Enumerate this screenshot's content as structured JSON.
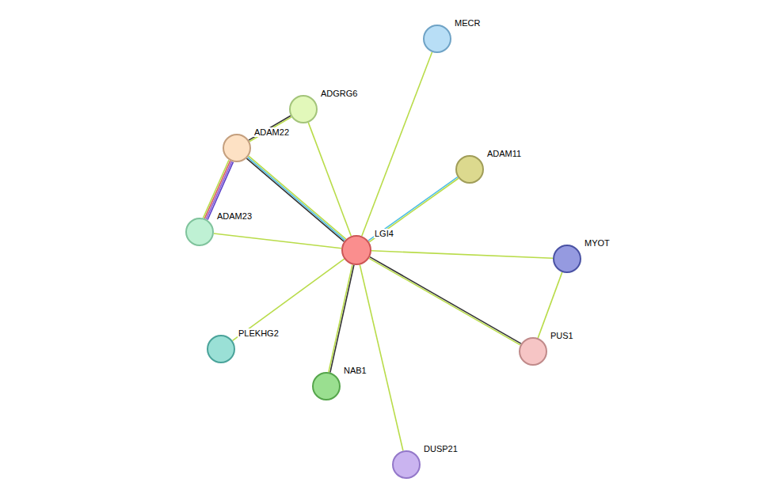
{
  "diagram": {
    "nodes": [
      {
        "text": [
          "MECR"
        ]
      },
      {
        "text": [
          "ADGRG6"
        ]
      },
      {
        "text": [
          "ADAM22"
        ]
      },
      {
        "text": [
          "ADAM11"
        ]
      },
      {
        "text": [
          "LGI4"
        ]
      },
      {
        "text": [
          "ADAM23"
        ]
      },
      {
        "text": [
          "MYOT"
        ]
      },
      {
        "text": [
          "PLEKHG2"
        ]
      },
      {
        "text": [
          "PUS1"
        ]
      },
      {
        "text": [
          "NAB1"
        ]
      },
      {
        "text": [
          "DUSP21"
        ]
      }
    ],
    "edges": [
      {
        "from": 4,
        "to": 0,
        "arrow": "none"
      },
      {
        "from": 2,
        "to": 1,
        "arrow": "none"
      },
      {
        "from": 4,
        "to": 1,
        "arrow": "none"
      },
      {
        "from": 4,
        "to": 2,
        "arrow": "none"
      },
      {
        "from": 4,
        "to": 3,
        "arrow": "none"
      },
      {
        "from": 2,
        "to": 5,
        "arrow": "none"
      },
      {
        "from": 4,
        "to": 5,
        "arrow": "none"
      },
      {
        "from": 4,
        "to": 6,
        "arrow": "none"
      },
      {
        "from": 4,
        "to": 7,
        "arrow": "none"
      },
      {
        "from": 4,
        "to": 8,
        "arrow": "none"
      },
      {
        "from": 6,
        "to": 8,
        "arrow": "none"
      },
      {
        "from": 4,
        "to": 9,
        "arrow": "none"
      },
      {
        "from": 4,
        "to": 10,
        "arrow": "none"
      }
    ]
  }
}
